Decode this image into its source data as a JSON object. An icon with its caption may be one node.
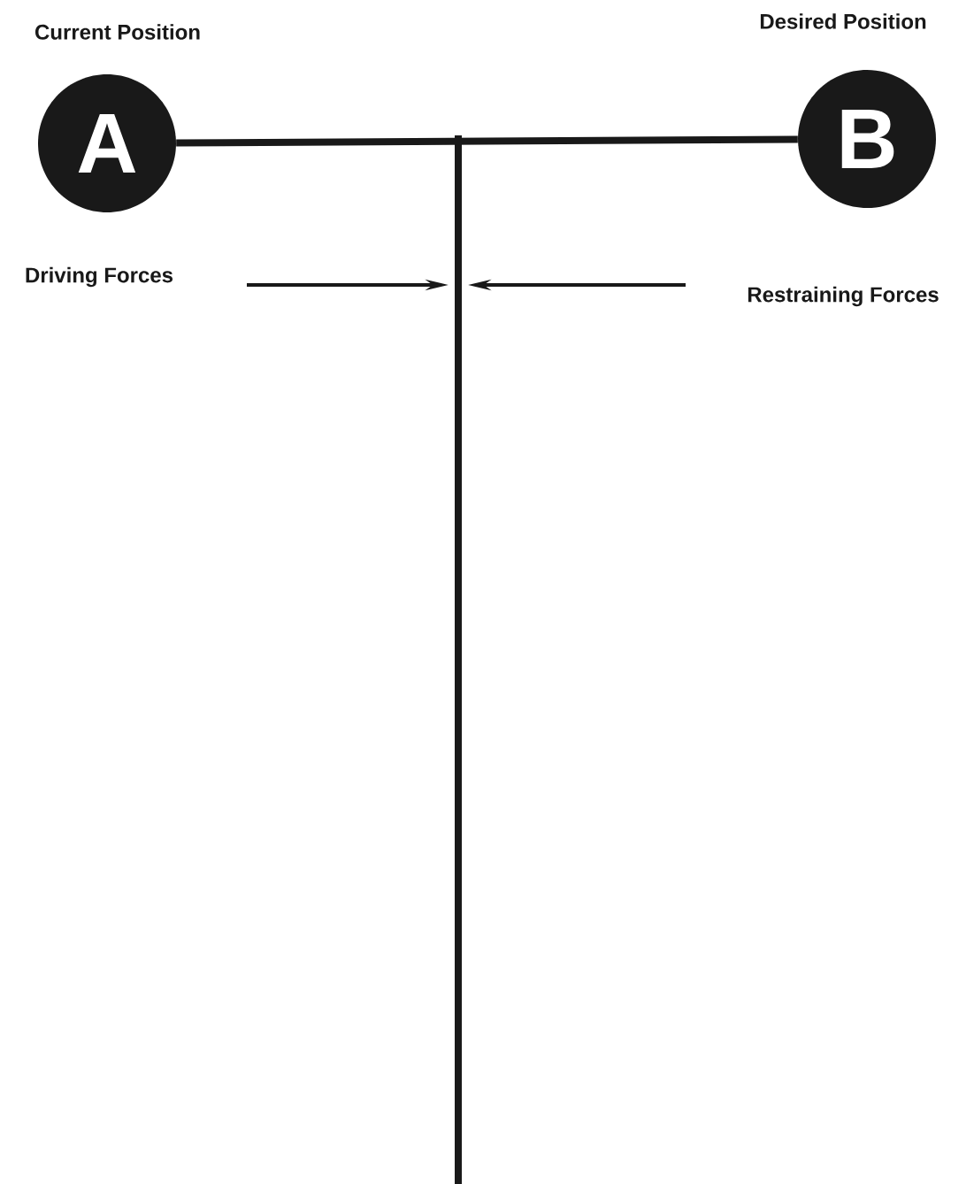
{
  "diagram": {
    "nodes": [
      {
        "text": [
          "A"
        ],
        "beside": [
          "Current Position"
        ]
      },
      {
        "text": [
          "B"
        ],
        "beside": [
          "Desired Position"
        ]
      }
    ],
    "edges": [
      {
        "from": 0,
        "to": 1,
        "arrow": "none"
      }
    ],
    "labels": [
      "Driving Forces",
      "Restraining Forces"
    ]
  }
}
